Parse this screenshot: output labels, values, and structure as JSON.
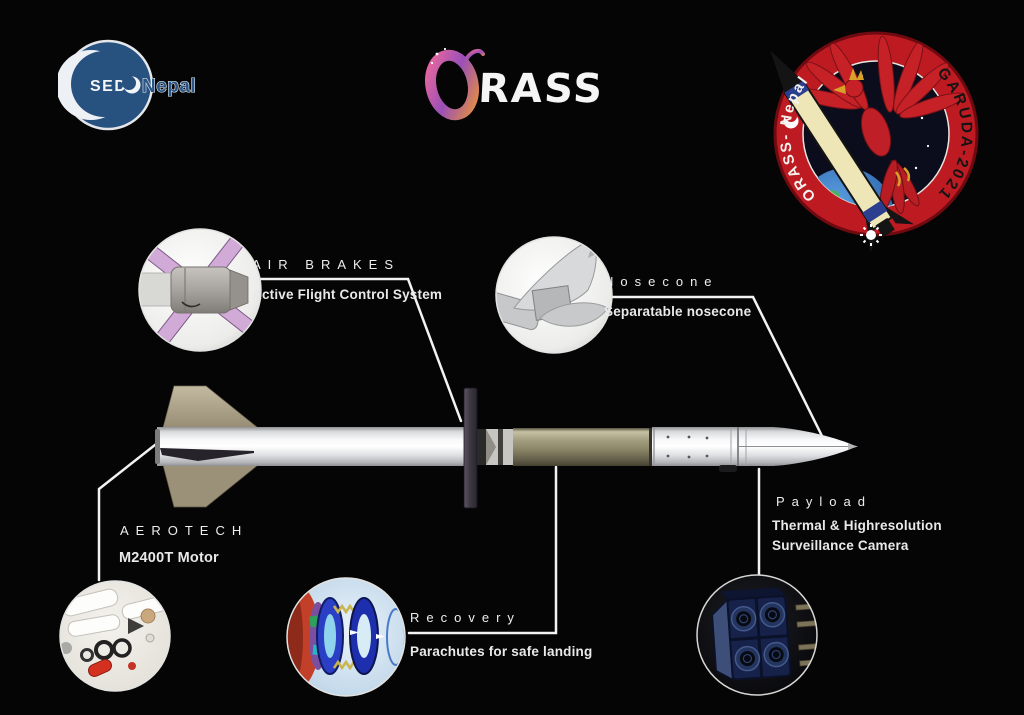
{
  "branding": {
    "seds_nepal": {
      "circle_text": "SEDS",
      "wordmark": "Nepal"
    },
    "orass": {
      "wordmark": "ORASS",
      "wordmark_rest": "RASS"
    },
    "mission_patch": {
      "right_arc_text": "GARUDA-2021",
      "left_arc_text": "ORASS- Nepal"
    }
  },
  "callouts": {
    "air_brakes": {
      "title": "AIR BRAKES",
      "subtitle": "Active Flight Control System"
    },
    "nosecone": {
      "title": "Nosecone",
      "subtitle": "Separatable nosecone"
    },
    "motor": {
      "title": "AEROTECH",
      "subtitle": "M2400T Motor"
    },
    "recovery": {
      "title": "Recovery",
      "subtitle": "Parachutes for safe landing"
    },
    "payload": {
      "title": "Payload",
      "subtitle_line1": "Thermal & Highresolution",
      "subtitle_line2": "Surveillance Camera"
    }
  },
  "colors": {
    "background": "#050505",
    "callout_line": "#f3f3f3",
    "patch_ring_red": "#bd1a22",
    "seds_blue": "#27517e",
    "rocket_fin_tan": "#b3a98f",
    "rocket_mid_tube_olive": "#8d8768",
    "air_brake_fin_dark": "#46404a",
    "airbrake_paddle_pink": "#d2aad8"
  }
}
